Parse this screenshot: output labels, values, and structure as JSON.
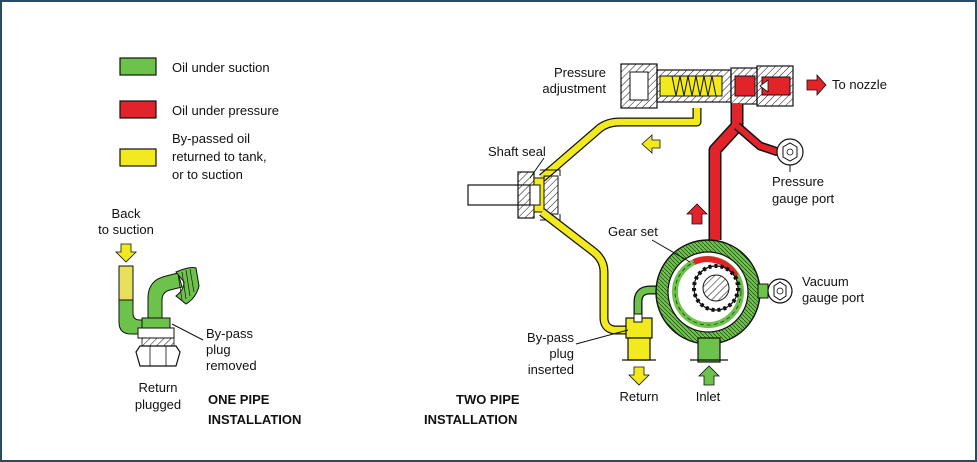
{
  "colors": {
    "suction": "#6cc24a",
    "pressure": "#e2232a",
    "bypass": "#f2ea1d",
    "frame": "#2a4b63",
    "ink": "#111111"
  },
  "legend": {
    "suction": "Oil under suction",
    "pressure": "Oil under pressure",
    "bypass_lines": [
      "By-passed oil",
      "returned to tank,",
      "or to suction"
    ]
  },
  "one_pipe": {
    "back_to_suction": [
      "Back",
      "to suction"
    ],
    "bypass_plug_removed": [
      "By-pass",
      "plug",
      "removed"
    ],
    "return_plugged": [
      "Return",
      "plugged"
    ],
    "title": [
      "ONE PIPE",
      "INSTALLATION"
    ]
  },
  "two_pipe": {
    "pressure_adjustment": [
      "Pressure",
      "adjustment"
    ],
    "to_nozzle": "To nozzle",
    "shaft_seal": "Shaft seal",
    "pressure_gauge_port": [
      "Pressure",
      "gauge port"
    ],
    "gear_set": "Gear set",
    "vacuum_gauge_port": [
      "Vacuum",
      "gauge port"
    ],
    "bypass_plug_inserted": [
      "By-pass",
      "plug",
      "inserted"
    ],
    "return": "Return",
    "inlet": "Inlet",
    "title": [
      "TWO PIPE",
      "INSTALLATION"
    ]
  },
  "icons": [
    "arrow-down-icon",
    "arrow-up-icon",
    "arrow-left-icon",
    "arrow-right-icon",
    "hex-nut-icon"
  ]
}
